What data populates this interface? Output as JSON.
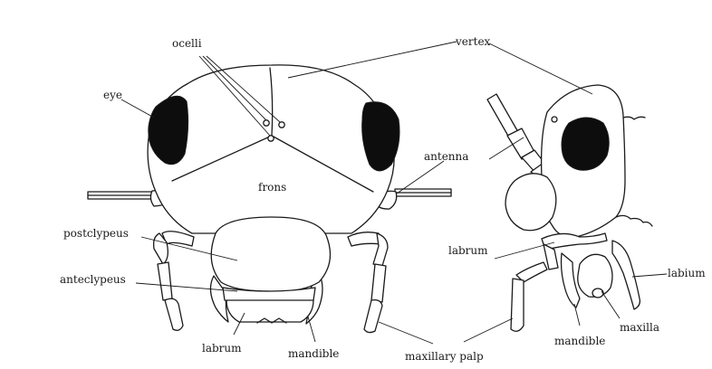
{
  "labels": {
    "ocelli": "ocelli",
    "vertex": "vertex",
    "eye": "eye",
    "antenna": "antenna",
    "frons": "frons",
    "postclypeus": "postclypeus",
    "anteclypeus": "anteclypeus",
    "labrum_front": "labrum",
    "mandible_front": "mandible",
    "maxillary_palp": "maxillary palp",
    "labrum_side": "labrum",
    "labium": "labium",
    "mandible_side": "mandible",
    "maxilla": "maxilla"
  },
  "colors": {
    "ink": "#1a1a1a",
    "eye_fill": "#0d0d0d",
    "background": "#ffffff"
  }
}
